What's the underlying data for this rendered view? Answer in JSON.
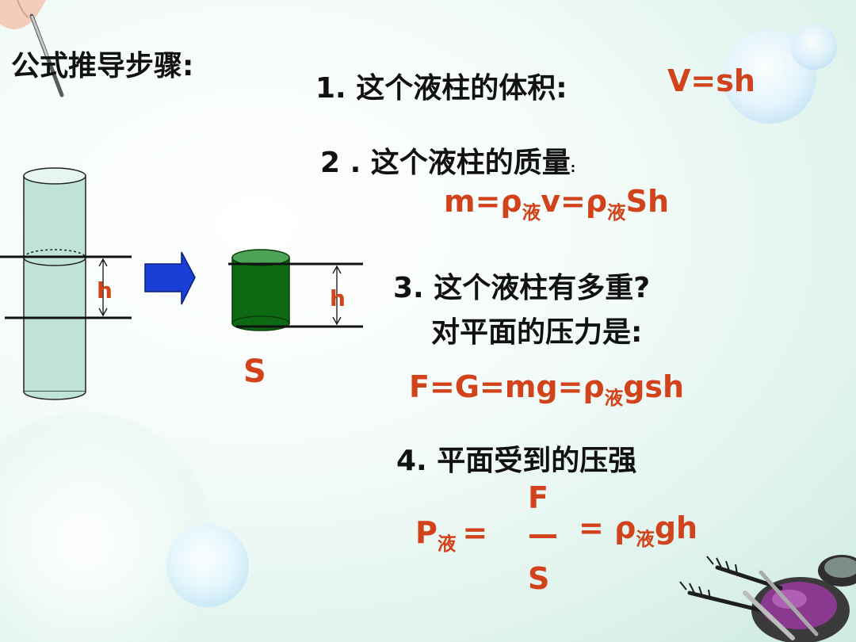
{
  "title": "公式推导步骤:",
  "steps": {
    "s1": {
      "label": "1. 这个液柱的体积:",
      "formula": "V=sh"
    },
    "s2": {
      "label": "2 . 这个液柱的质量",
      "colon": ":",
      "formula": {
        "a": "m=ρ",
        "b": "液",
        "c": "v=ρ",
        "d": "液",
        "e": "Sh"
      }
    },
    "s3": {
      "line1": "3. 这个液柱有多重?",
      "line2": "对平面的压力是:",
      "formula": {
        "a": "F=G=mg=ρ",
        "b": "液",
        "c": "gsh"
      }
    },
    "s4": {
      "label": "4. 平面受到的压强",
      "formula": {
        "p": "P",
        "p_sub": "液",
        "eq": "=",
        "num": "F",
        "bar": "—",
        "den": "S",
        "eq2": "= ρ",
        "rho_sub": "液",
        "tail": "gh"
      }
    }
  },
  "diagram": {
    "h_left": "h",
    "h_right": "h",
    "s_label": "S"
  },
  "colors": {
    "formula": "#d2431c",
    "text": "#111111",
    "column_fill": "#bfe3d6",
    "small_column": "#0d6a12",
    "arrow": "#1a3fd6"
  }
}
